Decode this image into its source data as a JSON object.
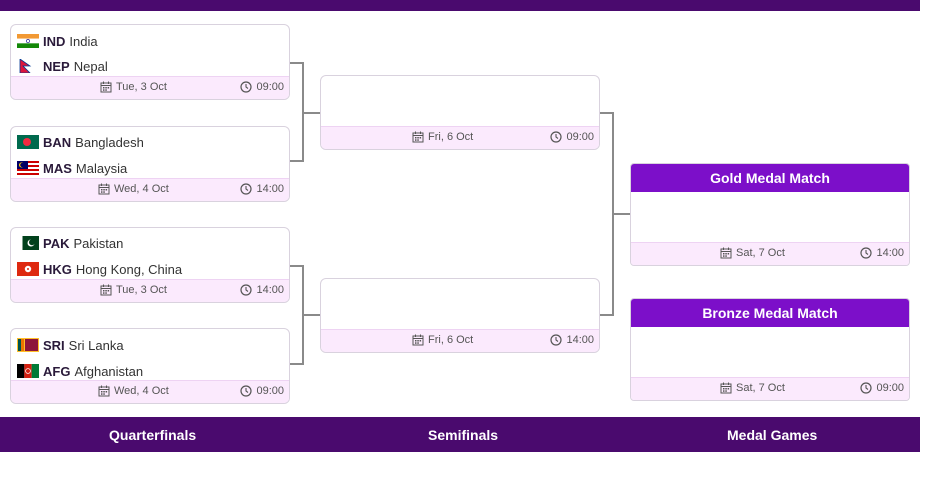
{
  "quarterfinals": [
    {
      "teams": [
        {
          "code": "IND",
          "name": "India",
          "flag": "india-flag"
        },
        {
          "code": "NEP",
          "name": "Nepal",
          "flag": "nepal-flag"
        }
      ],
      "date": "Tue, 3 Oct",
      "time": "09:00"
    },
    {
      "teams": [
        {
          "code": "BAN",
          "name": "Bangladesh",
          "flag": "bangladesh-flag"
        },
        {
          "code": "MAS",
          "name": "Malaysia",
          "flag": "malaysia-flag"
        }
      ],
      "date": "Wed, 4 Oct",
      "time": "14:00"
    },
    {
      "teams": [
        {
          "code": "PAK",
          "name": "Pakistan",
          "flag": "pakistan-flag"
        },
        {
          "code": "HKG",
          "name": "Hong Kong, China",
          "flag": "hong-kong-flag"
        }
      ],
      "date": "Tue, 3 Oct",
      "time": "14:00"
    },
    {
      "teams": [
        {
          "code": "SRI",
          "name": "Sri Lanka",
          "flag": "sri-lanka-flag"
        },
        {
          "code": "AFG",
          "name": "Afghanistan",
          "flag": "afghanistan-flag"
        }
      ],
      "date": "Wed, 4 Oct",
      "time": "09:00"
    }
  ],
  "semifinals": [
    {
      "date": "Fri, 6 Oct",
      "time": "09:00"
    },
    {
      "date": "Fri, 6 Oct",
      "time": "14:00"
    }
  ],
  "medal_games": [
    {
      "title": "Gold Medal Match",
      "date": "Sat, 7 Oct",
      "time": "14:00"
    },
    {
      "title": "Bronze Medal Match",
      "date": "Sat, 7 Oct",
      "time": "09:00"
    }
  ],
  "round_labels": {
    "quarterfinals": "Quarterfinals",
    "semifinals": "Semifinals",
    "medal_games": "Medal Games"
  },
  "colors": {
    "header_bar": "#4a0a6e",
    "medal_header": "#7c0fc9",
    "footer_bg": "#fbeafd"
  },
  "icons": {
    "date": "calendar-icon",
    "time": "clock-icon"
  }
}
